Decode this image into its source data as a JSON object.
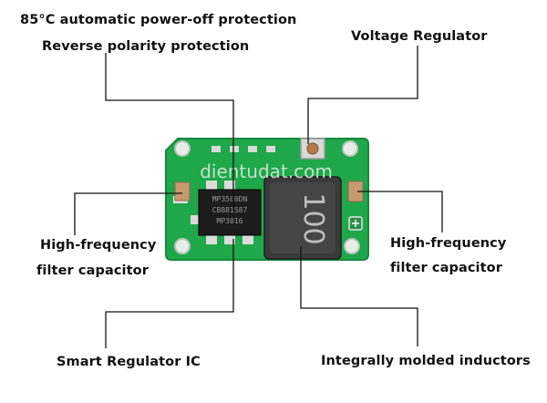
{
  "labels": {
    "thermal": "85°C automatic power-off protection",
    "reverse": "Reverse polarity protection",
    "vreg": "Voltage Regulator",
    "hf_left_1": "High-frequency",
    "hf_left_2": "filter capacitor",
    "hf_right_1": "High-frequency",
    "hf_right_2": "filter capacitor",
    "smart_ic": "Smart Regulator IC",
    "inductors": "Integrally molded inductors"
  },
  "board": {
    "watermark": "dientudat.com",
    "ic_markings": [
      "MP3500DN",
      "CB881587",
      "MP3016"
    ],
    "inductor_marking": "100",
    "colors": {
      "pcb": "#1fa84a",
      "pcb_dark": "#168a3b",
      "trace": "#38c062",
      "ic": "#1c1c1c",
      "inductor": "#3a3a3a",
      "capacitor": "#c89a72"
    }
  }
}
